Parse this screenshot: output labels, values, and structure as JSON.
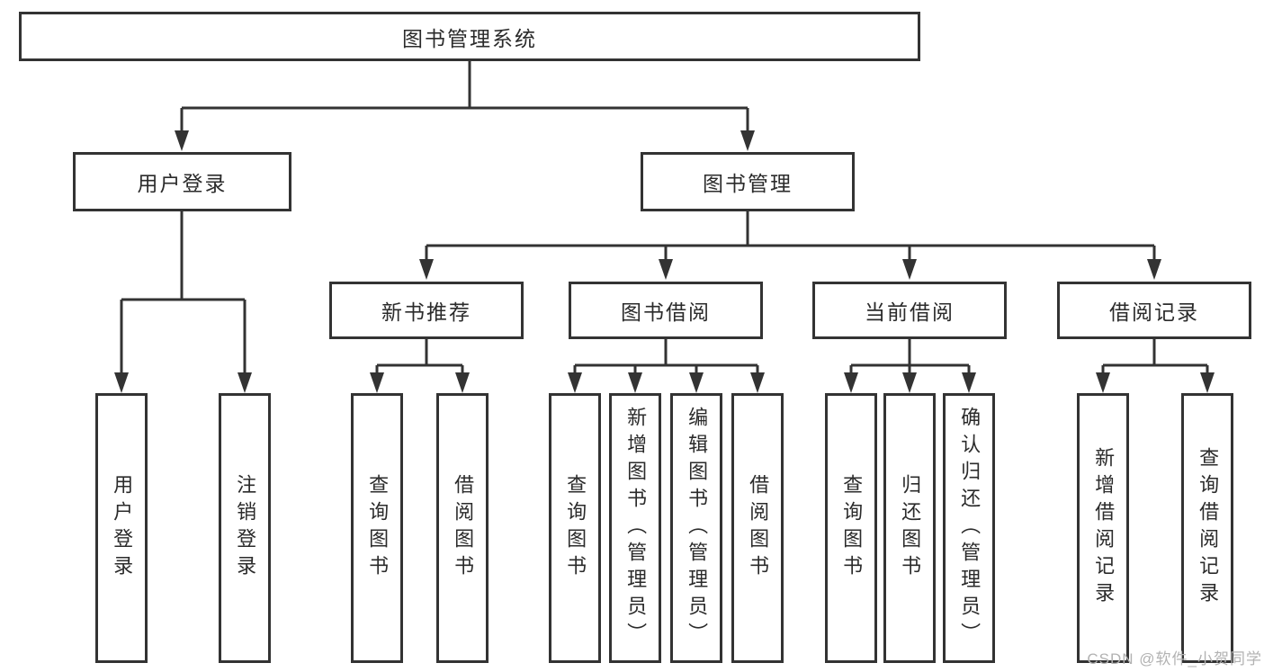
{
  "diagram": {
    "root_label": "图书管理系统",
    "branches": [
      {
        "label": "用户登录",
        "leaves": [
          "用户登录",
          "注销登录"
        ]
      },
      {
        "label": "图书管理",
        "sections": [
          {
            "label": "新书推荐",
            "leaves": [
              "查询图书",
              "借阅图书"
            ]
          },
          {
            "label": "图书借阅",
            "leaves": [
              "查询图书",
              "新增图书（管理员）",
              "编辑图书（管理员）",
              "借阅图书"
            ]
          },
          {
            "label": "当前借阅",
            "leaves": [
              "查询图书",
              "归还图书",
              "确认归还（管理员）"
            ]
          },
          {
            "label": "借阅记录",
            "leaves": [
              "新增借阅记录",
              "查询借阅记录"
            ]
          }
        ]
      }
    ]
  },
  "watermark": {
    "text": "CSDN @软件_小贺同学"
  },
  "colors": {
    "line": "#333333",
    "text": "#2b2b2b",
    "background": "#ffffff",
    "watermark": "#b2b2b2"
  }
}
